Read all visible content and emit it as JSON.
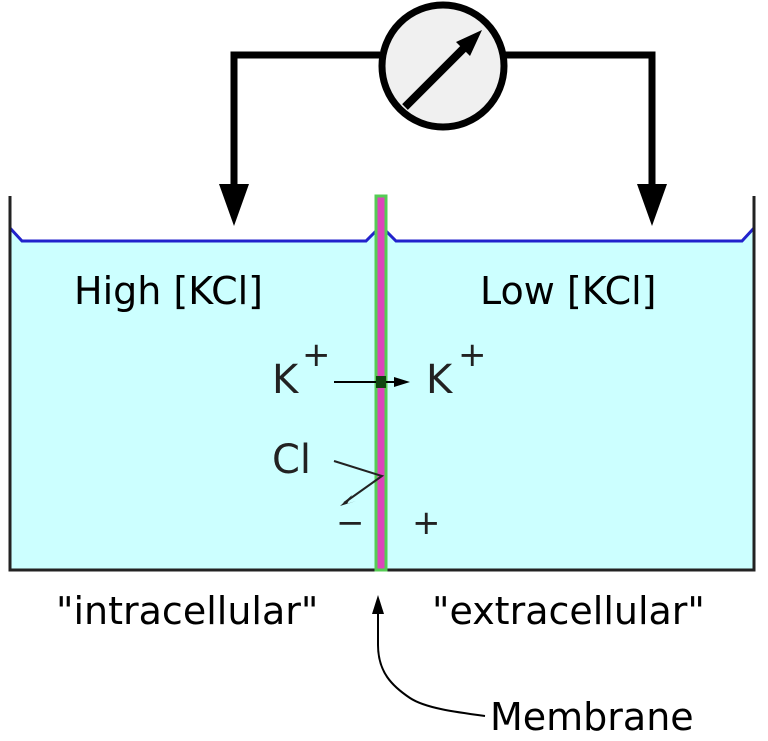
{
  "diagram": {
    "left_compartment_label": "High [KCl]",
    "right_compartment_label": "Low [KCl]",
    "left_side_label": "\"intracellular\"",
    "right_side_label": "\"extracellular\"",
    "membrane_label": "Membrane",
    "ion_k_left": "K",
    "ion_k_left_charge": "+",
    "ion_k_right": "K",
    "ion_k_right_charge": "+",
    "ion_cl": "Cl",
    "charge_left": "−",
    "charge_right": "+"
  },
  "colors": {
    "solution": "#ccffff",
    "surface_line": "#2222cc",
    "membrane": "#dd44bb",
    "membrane_edge": "#55cc55",
    "meter_face": "#f0f0f0"
  },
  "icons": {
    "meter": "voltmeter-icon"
  }
}
